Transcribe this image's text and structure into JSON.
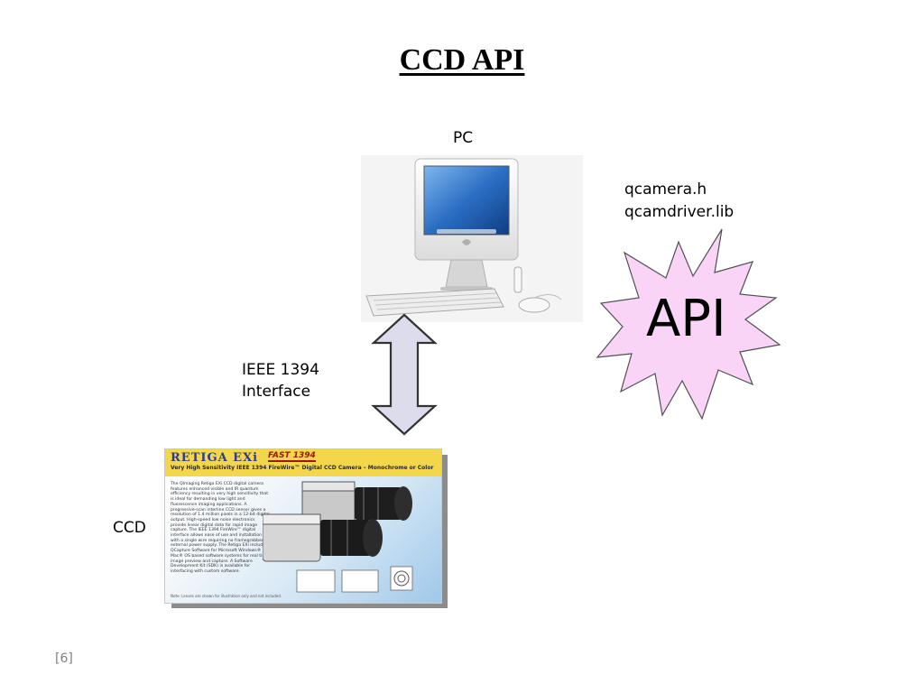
{
  "title": "CCD API",
  "labels": {
    "pc": "PC",
    "headers_line1": "qcamera.h",
    "headers_line2": "qcamdriver.lib",
    "api": "API",
    "interface_line1": "IEEE 1394",
    "interface_line2": "Interface",
    "ccd": "CCD"
  },
  "brochure": {
    "brand": "RETIGA EXi",
    "badge": "FAST 1394",
    "subtitle": "Very High Sensitivity IEEE 1394 FireWire™ Digital CCD Camera – Monochrome or Color",
    "body": "The QImaging Retiga EXi CCD digital camera features enhanced visible and IR quantum efficiency resulting in very high sensitivity that is ideal for demanding low light and fluorescence imaging applications. A progressive-scan interline CCD sensor gives a resolution of 1.4 million pixels in a 12-bit digital output. High-speed low noise electronics provide linear digital data for rapid image capture. The IEEE 1394 FireWire™ digital interface allows ease of use and installation with a single wire requiring no framegrabber or external power supply. The Retiga EXi includes QCapture Software for Microsoft Windows® and Mac® OS based software systems for real time image preview and capture. A Software Development Kit (SDK) is available for interfacing with custom software.",
    "note": "Note: Lenses are shown for illustration only and not included."
  },
  "slide_number": "[6]",
  "colors": {
    "starburst_fill": "#f9d4f7",
    "arrow_fill": "#dcdcec",
    "brochure_header": "#f3d64a",
    "screen_blue": "#2b6fc4"
  }
}
